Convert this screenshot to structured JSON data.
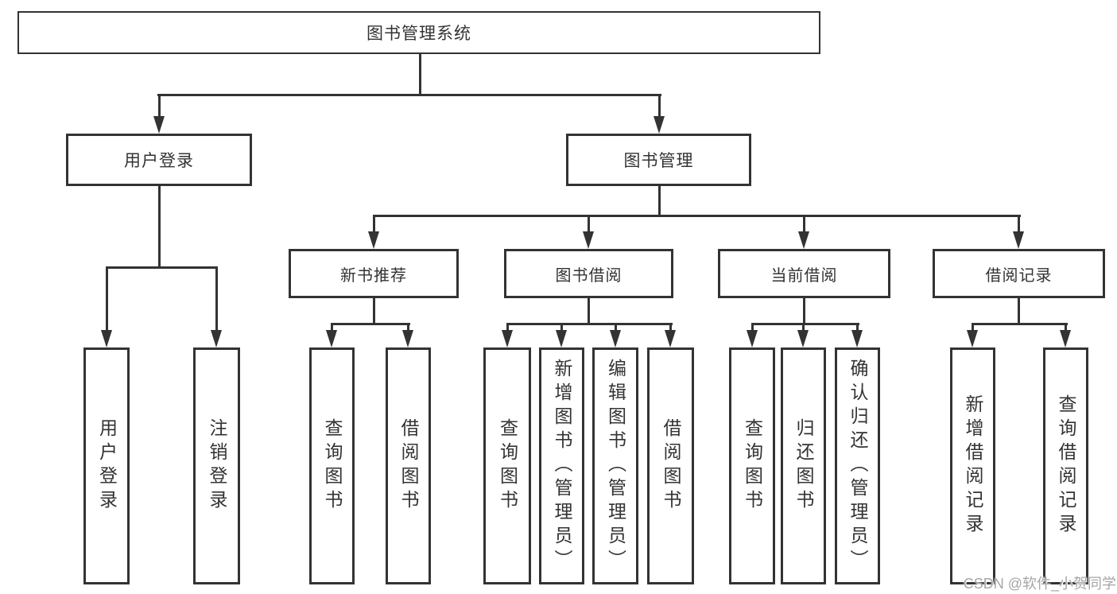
{
  "page": {
    "background": "#ffffff"
  },
  "diagram": {
    "line_color": "#333333",
    "text_color": "#333333",
    "root": {
      "label": "图书管理系统"
    },
    "level2": [
      {
        "label": "用户登录"
      },
      {
        "label": "图书管理"
      }
    ],
    "level3": [
      {
        "label": "新书推荐"
      },
      {
        "label": "图书借阅"
      },
      {
        "label": "当前借阅"
      },
      {
        "label": "借阅记录"
      }
    ],
    "leaves": {
      "user_login_group": [
        {
          "label": "用户登录"
        },
        {
          "label": "注销登录"
        }
      ],
      "new_book_group": [
        {
          "label": "查询图书"
        },
        {
          "label": "借阅图书"
        }
      ],
      "book_borrow_group": [
        {
          "label": "查询图书"
        },
        {
          "label": "新增图书（管理员）"
        },
        {
          "label": "编辑图书（管理员）"
        },
        {
          "label": "借阅图书"
        }
      ],
      "current_borrow_group": [
        {
          "label": "查询图书"
        },
        {
          "label": "归还图书"
        },
        {
          "label": "确认归还（管理员）"
        }
      ],
      "borrow_record_group": [
        {
          "label": "新增借阅记录"
        },
        {
          "label": "查询借阅记录"
        }
      ]
    }
  },
  "watermark": {
    "text": "CSDN @软件_小贺同学",
    "color": "#a6a6a6"
  }
}
